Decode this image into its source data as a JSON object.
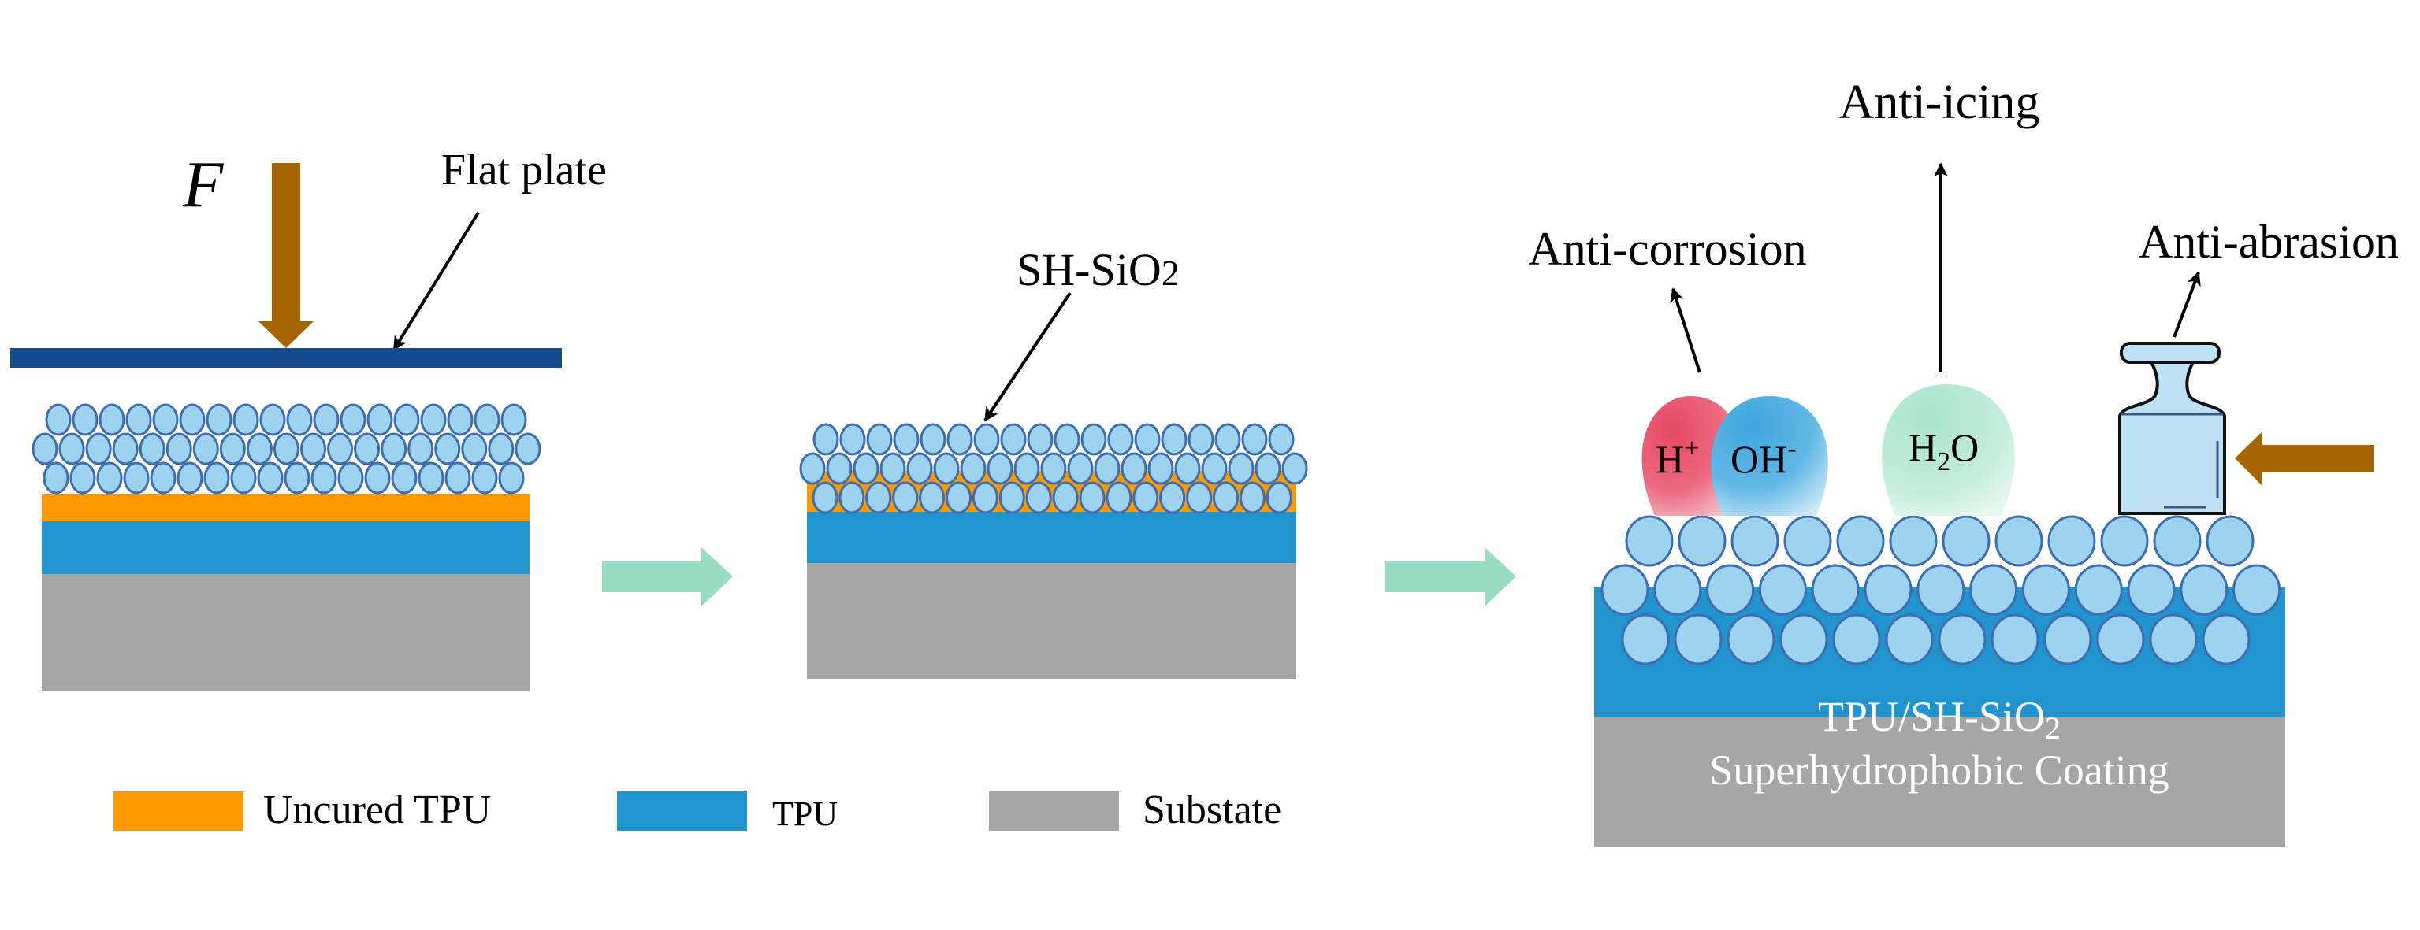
{
  "colors": {
    "uncured_tpu": "#FF9900",
    "tpu": "#2194D0",
    "substrate": "#A6A6A6",
    "plate": "#174A8C",
    "force_arrow": "#A66400",
    "process_arrow": "#99DDC0",
    "particle_fill": "#9DD3EE",
    "particle_stroke": "#3E6DB0",
    "ion_h": "#E8566E",
    "ion_oh": "#4FAEE0",
    "water": "#B5E8D3",
    "weight_fill": "#BDE2F5"
  },
  "step1": {
    "force_label": "F",
    "plate_label": "Flat plate"
  },
  "step2": {
    "particle_label": "SH-SiO",
    "particle_label_sub": "2"
  },
  "step3": {
    "anti_corrosion": "Anti-corrosion",
    "anti_icing": "Anti-icing",
    "anti_abrasion": "Anti-abrasion",
    "ion_h": "H",
    "ion_h_sup": "+",
    "ion_oh": "OH",
    "ion_oh_sup": "-",
    "water": "H",
    "water_sub": "2",
    "water_tail": "O",
    "coating_line1": "TPU/SH-SiO",
    "coating_line1_sub": "2",
    "coating_line2": "Superhydrophobic Coating"
  },
  "legend": [
    {
      "label": "Uncured TPU",
      "color_key": "uncured_tpu"
    },
    {
      "label": "TPU",
      "color_key": "tpu"
    },
    {
      "label": "Substate",
      "color_key": "substrate"
    }
  ]
}
